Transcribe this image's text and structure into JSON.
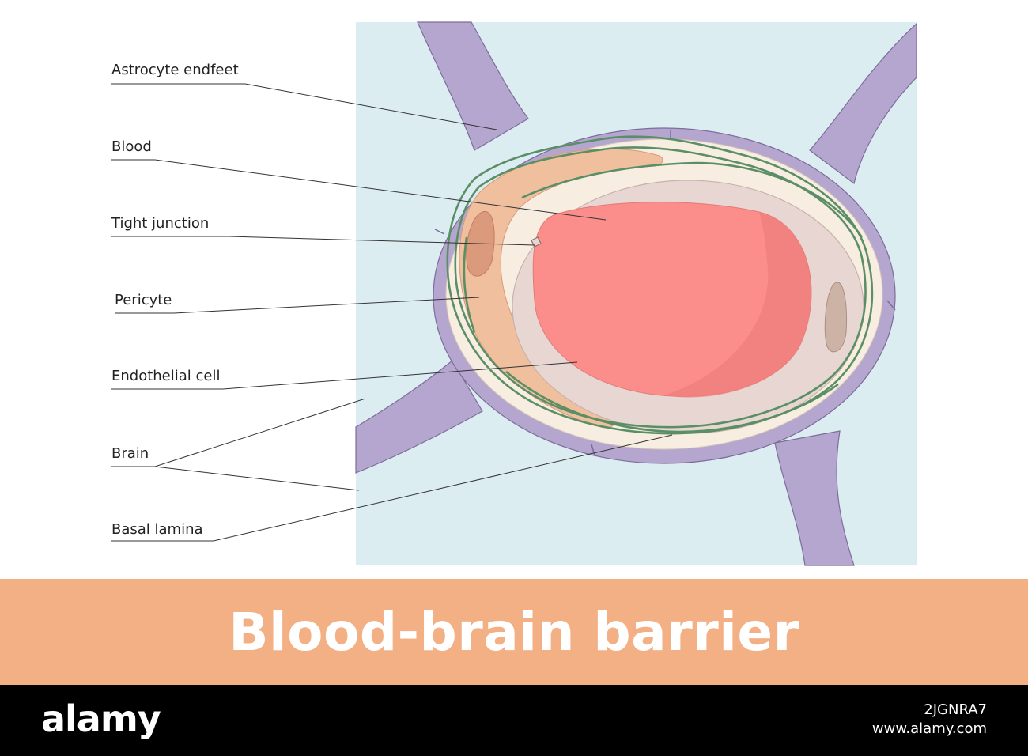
{
  "title": "Blood-brain barrier",
  "labels": {
    "astrocyte_endfeet": "Astrocyte endfeet",
    "blood": "Blood",
    "tight_junction": "Tight junction",
    "pericyte": "Pericyte",
    "endothelial_cell": "Endothelial cell",
    "brain": "Brain",
    "basal_lamina": "Basal lamina"
  },
  "footer": {
    "brand": "alamy",
    "image_id": "2JGNRA7",
    "url": "www.alamy.com"
  },
  "colors": {
    "brain_background": "#dcedf1",
    "astrocyte": "#b5a6cf",
    "astrocyte_outline": "#7c6d9a",
    "perivascular_space": "#f8ede1",
    "pericyte": "#f0bf9e",
    "endothelium": "#e7d6d1",
    "lumen_blood": "#fb8d8a",
    "basal_lamina": "#5a8f66",
    "title_band": "#f4b085",
    "footer": "#000000"
  }
}
